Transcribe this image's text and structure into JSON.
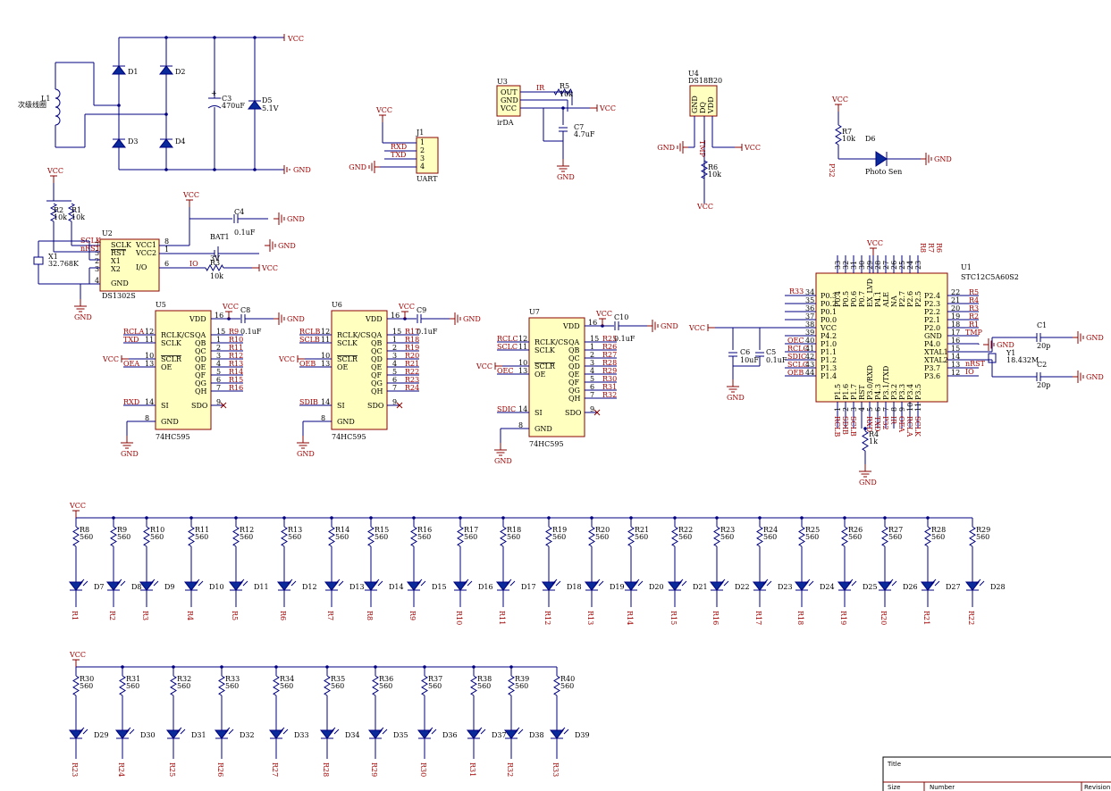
{
  "power": {
    "vcc": "VCC",
    "gnd": "GND"
  },
  "bridge": {
    "coil_ref": "L1",
    "coil_desc": "次级线圈",
    "diodes": [
      "D1",
      "D2",
      "D3",
      "D4"
    ],
    "cap_ref": "C3",
    "cap_val": "470uF",
    "zener_ref": "D5",
    "zener_val": "5.1V"
  },
  "u3": {
    "ref": "U3",
    "name": "irDA",
    "pins": [
      "OUT",
      "GND",
      "VCC"
    ],
    "net": "IR",
    "r_ref": "R5",
    "r_val": "10k",
    "c_ref": "C7",
    "c_val": "4.7uF"
  },
  "j1": {
    "ref": "J1",
    "name": "UART",
    "pins": [
      "1",
      "2",
      "3",
      "4"
    ],
    "nets": [
      "RXD",
      "TXD"
    ]
  },
  "u4": {
    "ref": "U4",
    "name": "DS18B20",
    "pins": [
      "GND",
      "DQ",
      "VDD"
    ],
    "net": "TMP",
    "r_ref": "R6",
    "r_val": "10k"
  },
  "photo": {
    "r_ref": "R7",
    "r_val": "10k",
    "d_ref": "D6",
    "d_name": "Photo Sen",
    "net": "P32"
  },
  "u2": {
    "ref": "U2",
    "name": "DS1302S",
    "left_pins": [
      "SCLK",
      "RST",
      "X1",
      "X2"
    ],
    "left_nums": [
      "7",
      "5",
      "2",
      "3"
    ],
    "right_pins": [
      "VCC1",
      "VCC2",
      "I/O"
    ],
    "right_nums": [
      "8",
      "1",
      "6"
    ],
    "gnd_pin": "GND",
    "gnd_num": "4",
    "nets": [
      "SCLK",
      "nRST",
      "IO"
    ],
    "r2": "R2",
    "r2_val": "10k",
    "r1": "R1",
    "r1_val": "10k",
    "x1": "X1",
    "x1_val": "32.768K",
    "c4": "C4",
    "c4_val": "0.1uF",
    "bat": "BAT1",
    "bat_val": "3V",
    "r3": "R3",
    "r3_val": "10k"
  },
  "shift_pins": {
    "left": [
      "RCLK/CS",
      "SCLK",
      "SCLR",
      "OE",
      "SI",
      "GND"
    ],
    "right": [
      "QA",
      "QB",
      "QC",
      "QD",
      "QE",
      "QF",
      "QG",
      "QH",
      "SDO"
    ],
    "top": "VDD",
    "nums_right": [
      "15",
      "1",
      "2",
      "3",
      "4",
      "5",
      "6",
      "7",
      "9"
    ],
    "vdd_num": "16",
    "gnd_num": "8",
    "part": "74HC595"
  },
  "shift_regs": [
    {
      "ref": "U5",
      "rclk": "RCLA",
      "rclk_num": "12",
      "sclk": "TXD",
      "sclk_num": "11",
      "sclr_num": "10",
      "oe": "OEA",
      "oe_num": "13",
      "si": "RXD",
      "si_num": "14",
      "cap": "C8",
      "cap_val": "0.1uF",
      "outs": [
        "R9",
        "R10",
        "R11",
        "R12",
        "R13",
        "R14",
        "R15",
        "R16"
      ]
    },
    {
      "ref": "U6",
      "rclk": "RCLB",
      "rclk_num": "12",
      "sclk": "SCLB",
      "sclk_num": "11",
      "sclr_num": "10",
      "oe": "OEB",
      "oe_num": "13",
      "si": "SDIB",
      "si_num": "14",
      "cap": "C9",
      "cap_val": "0.1uF",
      "outs": [
        "R17",
        "R18",
        "R19",
        "R20",
        "R21",
        "R22",
        "R23",
        "R24"
      ]
    },
    {
      "ref": "U7",
      "rclk": "RCLC",
      "rclk_num": "12",
      "sclk": "SCLC",
      "sclk_num": "11",
      "sclr_num": "10",
      "oe": "OEC",
      "oe_num": "13",
      "si": "SDIC",
      "si_num": "14",
      "cap": "C10",
      "cap_val": "0.1uF",
      "outs": [
        "R25",
        "R26",
        "R27",
        "R28",
        "R29",
        "R30",
        "R31",
        "R32"
      ]
    }
  ],
  "u1": {
    "ref": "U1",
    "name": "STC12C5A60S2",
    "top_pins": [
      "P0.4",
      "P0.5",
      "P0.6",
      "P0.7",
      "EX_LVD",
      "P4.1",
      "ALE",
      "NA",
      "P2.7",
      "P2.6",
      "P2.5"
    ],
    "top_nums": [
      "33",
      "32",
      "31",
      "30",
      "29",
      "28",
      "27",
      "26",
      "25",
      "24",
      "23"
    ],
    "top_nets": [
      "R8",
      "R7",
      "R6"
    ],
    "left_pins": [
      "P0.3",
      "P0.2",
      "P0.1",
      "P0.0",
      "VCC",
      "P4.2",
      "P1.0",
      "P1.1",
      "P1.2",
      "P1.3",
      "P1.4"
    ],
    "left_nums": [
      "34",
      "35",
      "36",
      "37",
      "38",
      "39",
      "40",
      "41",
      "42",
      "43",
      "44"
    ],
    "left_nets": [
      "R33",
      "OEC",
      "RCLC",
      "SDIC",
      "SCLC",
      "OEB"
    ],
    "right_pins": [
      "P2.4",
      "P2.3",
      "P2.2",
      "P2.1",
      "P2.0",
      "GND",
      "P4.0",
      "XTAL1",
      "XTAL2",
      "P3.7",
      "P3.6"
    ],
    "right_nums": [
      "22",
      "21",
      "20",
      "19",
      "18",
      "17",
      "16",
      "15",
      "14",
      "13",
      "12"
    ],
    "right_nets": [
      "R5",
      "R4",
      "R3",
      "R2",
      "R1",
      "TMP",
      "nRST",
      "IO"
    ],
    "bottom_pins": [
      "P1.5",
      "P1.6",
      "P1.7",
      "RST",
      "P3.0/RXD",
      "P4.3",
      "P3.1/TXD",
      "P3.2",
      "P3.3",
      "P3.4",
      "P3.5"
    ],
    "bottom_nums": [
      "1",
      "2",
      "3",
      "4",
      "5",
      "6",
      "7",
      "8",
      "9",
      "10",
      "11"
    ],
    "bottom_nets": [
      "RCLB",
      "SDIB",
      "SCLB",
      "RXD",
      "TXD",
      "P32",
      "IR",
      "OEA",
      "RCLA",
      "SCLK"
    ],
    "c6": "C6",
    "c6_val": "10uF",
    "c5": "C5",
    "c5_val": "0.1uF",
    "y1": "Y1",
    "y1_val": "18.432M",
    "c1": "C1",
    "c1_val": "20p",
    "c2": "C2",
    "c2_val": "20p",
    "r4": "R4",
    "r4_val": "1k"
  },
  "led_row1": {
    "resistors": [
      "R8",
      "R9",
      "R10",
      "R11",
      "R12",
      "R13",
      "R14",
      "R15",
      "R16",
      "R17",
      "R18",
      "R19",
      "R20",
      "R21",
      "R22",
      "R23",
      "R24",
      "R25",
      "R26",
      "R27",
      "R28",
      "R29"
    ],
    "leds": [
      "D7",
      "D8",
      "D9",
      "D10",
      "D11",
      "D12",
      "D13",
      "D14",
      "D15",
      "D16",
      "D17",
      "D18",
      "D19",
      "D20",
      "D21",
      "D22",
      "D23",
      "D24",
      "D25",
      "D26",
      "D27",
      "D28"
    ],
    "nets": [
      "R1",
      "R2",
      "R3",
      "R4",
      "R5",
      "R6",
      "R7",
      "R8",
      "R9",
      "R10",
      "R11",
      "R12",
      "R13",
      "R14",
      "R15",
      "R16",
      "R17",
      "R18",
      "R19",
      "R20",
      "R21",
      "R22"
    ],
    "value": "560"
  },
  "led_row2": {
    "resistors": [
      "R30",
      "R31",
      "R32",
      "R33",
      "R34",
      "R35",
      "R36",
      "R37",
      "R38",
      "R39",
      "R40"
    ],
    "leds": [
      "D29",
      "D30",
      "D31",
      "D32",
      "D33",
      "D34",
      "D35",
      "D36",
      "D37",
      "D38",
      "D39"
    ],
    "nets": [
      "R23",
      "R24",
      "R25",
      "R26",
      "R27",
      "R28",
      "R29",
      "R30",
      "R31",
      "R32",
      "R33"
    ],
    "value": "560"
  },
  "title_block": {
    "title": "Title",
    "size": "Size",
    "number": "Number",
    "revision": "Revision"
  }
}
